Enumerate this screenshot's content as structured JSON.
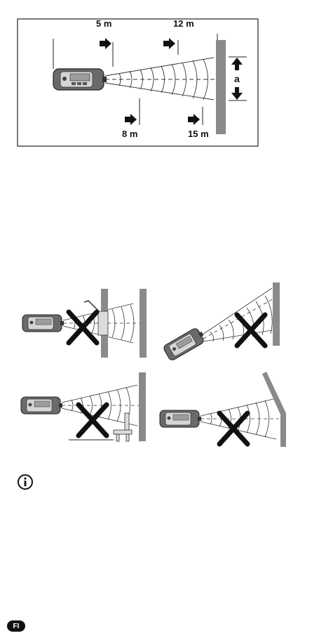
{
  "figure_top": {
    "labels": {
      "d5": "5 m",
      "d12": "12 m",
      "d8": "8 m",
      "d15": "15 m",
      "a": "a"
    }
  },
  "icons": {
    "info": "info-icon"
  },
  "footer": {
    "lang_badge": "FI"
  }
}
